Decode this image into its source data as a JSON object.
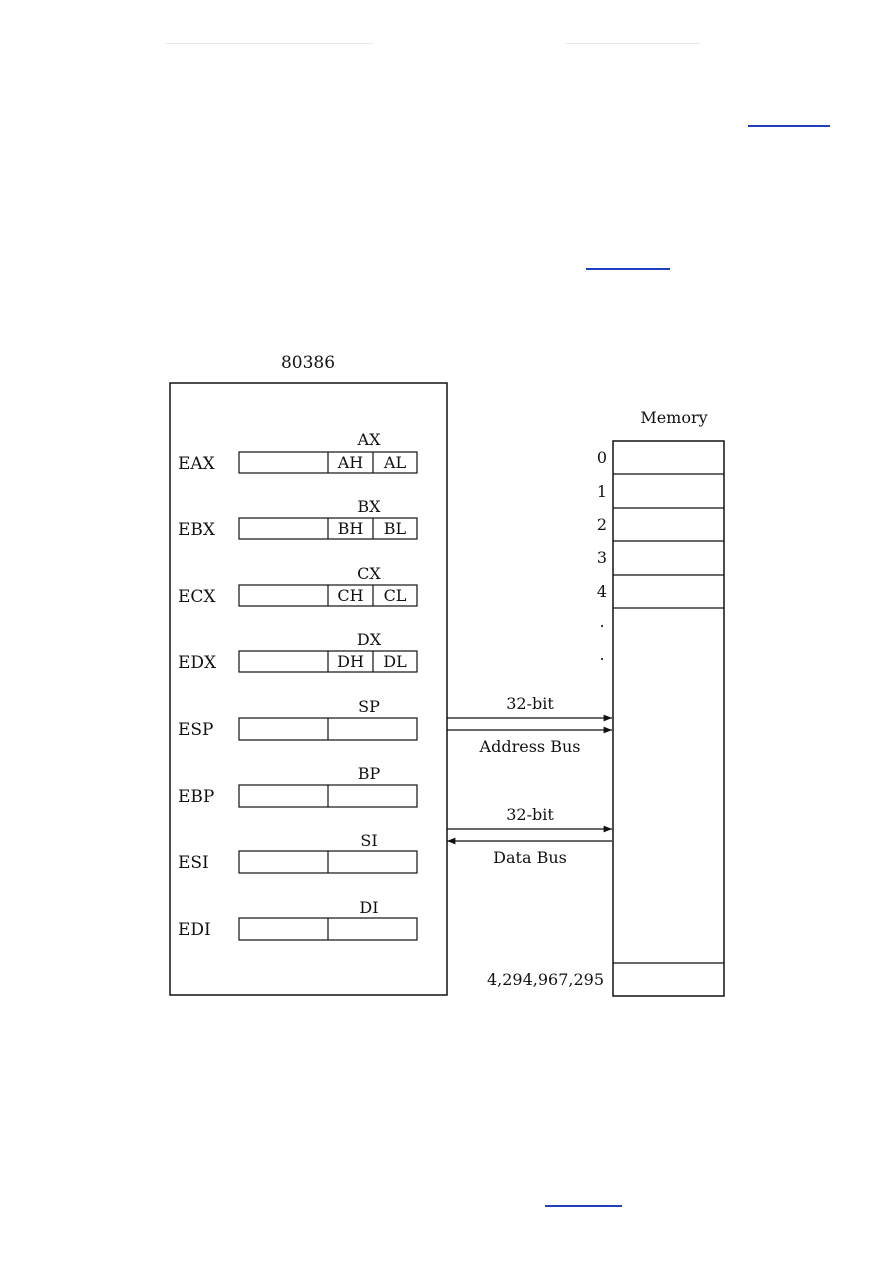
{
  "figure": {
    "cpu_title": "80386",
    "registers": [
      {
        "name": "EAX",
        "word": "AX",
        "high": "AH",
        "low": "AL"
      },
      {
        "name": "EBX",
        "word": "BX",
        "high": "BH",
        "low": "BL"
      },
      {
        "name": "ECX",
        "word": "CX",
        "high": "CH",
        "low": "CL"
      },
      {
        "name": "EDX",
        "word": "DX",
        "high": "DH",
        "low": "DL"
      },
      {
        "name": "ESP",
        "word": "SP"
      },
      {
        "name": "EBP",
        "word": "BP"
      },
      {
        "name": "ESI",
        "word": "SI"
      },
      {
        "name": "EDI",
        "word": "DI"
      }
    ],
    "memory": {
      "title": "Memory",
      "addresses": [
        "0",
        "1",
        "2",
        "3",
        "4"
      ],
      "ellipsis": ".",
      "last_address": "4,294,967,295"
    },
    "address_bus": {
      "width_label": "32-bit",
      "name": "Address Bus"
    },
    "data_bus": {
      "width_label": "32-bit",
      "name": "Data Bus"
    }
  }
}
